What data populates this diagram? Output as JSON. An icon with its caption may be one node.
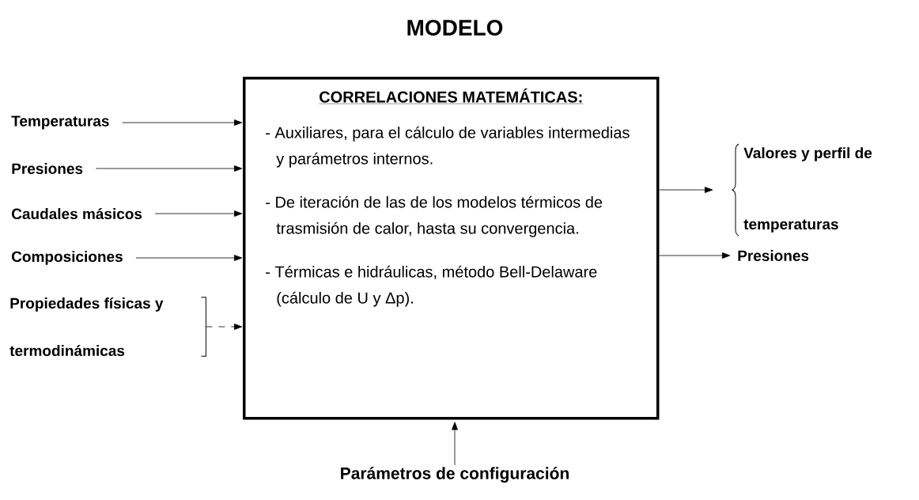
{
  "diagram": {
    "title": "MODELO",
    "nodes": [
      {
        "text": [
          "CORRELACIONES MATEMÁTICAS:",
          "- Auxiliares, para el cálculo de variables intermedias y parámetros internos.",
          "- De iteración de las de los modelos térmicos de trasmisión de calor, hasta su convergencia.",
          "- Térmicas e hidráulicas, método Bell-Delaware (cálculo de U y Δp)."
        ]
      },
      {
        "text": [
          "Temperaturas"
        ]
      },
      {
        "text": [
          "Presiones"
        ]
      },
      {
        "text": [
          "Caudales másicos"
        ]
      },
      {
        "text": [
          "Composiciones"
        ]
      },
      {
        "text": [
          "Propiedades físicas y termodinámicas"
        ]
      },
      {
        "text": [
          "Valores y perfil de temperaturas"
        ]
      },
      {
        "text": [
          "Presiones"
        ]
      },
      {
        "text": [
          "Parámetros de configuración"
        ]
      }
    ],
    "edges": [
      {
        "from": 1,
        "to": 0,
        "arrow": "to"
      },
      {
        "from": 2,
        "to": 0,
        "arrow": "to"
      },
      {
        "from": 3,
        "to": 0,
        "arrow": "to"
      },
      {
        "from": 4,
        "to": 0,
        "arrow": "to"
      },
      {
        "from": 5,
        "to": 0,
        "arrow": "to",
        "style": "dashed"
      },
      {
        "from": 0,
        "to": 6,
        "arrow": "to"
      },
      {
        "from": 0,
        "to": 7,
        "arrow": "to"
      },
      {
        "from": 8,
        "to": 0,
        "arrow": "to"
      }
    ]
  }
}
